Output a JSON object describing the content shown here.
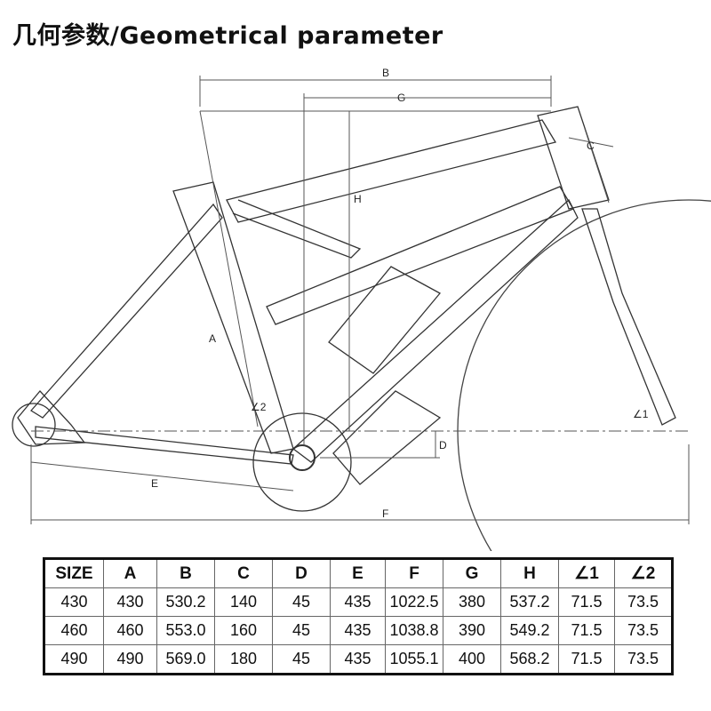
{
  "title": "几何参数/Geometrical parameter",
  "diagram": {
    "labels": {
      "A": "A",
      "B": "B",
      "C": "C",
      "D": "D",
      "E": "E",
      "F": "F",
      "G": "G",
      "H": "H",
      "L1": "∠1",
      "L2": "∠2"
    }
  },
  "table": {
    "headers": [
      "SIZE",
      "A",
      "B",
      "C",
      "D",
      "E",
      "F",
      "G",
      "H",
      "∠1",
      "∠2"
    ],
    "rows": [
      [
        "430",
        "430",
        "530.2",
        "140",
        "45",
        "435",
        "1022.5",
        "380",
        "537.2",
        "71.5",
        "73.5"
      ],
      [
        "460",
        "460",
        "553.0",
        "160",
        "45",
        "435",
        "1038.8",
        "390",
        "549.2",
        "71.5",
        "73.5"
      ],
      [
        "490",
        "490",
        "569.0",
        "180",
        "45",
        "435",
        "1055.1",
        "400",
        "568.2",
        "71.5",
        "73.5"
      ]
    ]
  }
}
